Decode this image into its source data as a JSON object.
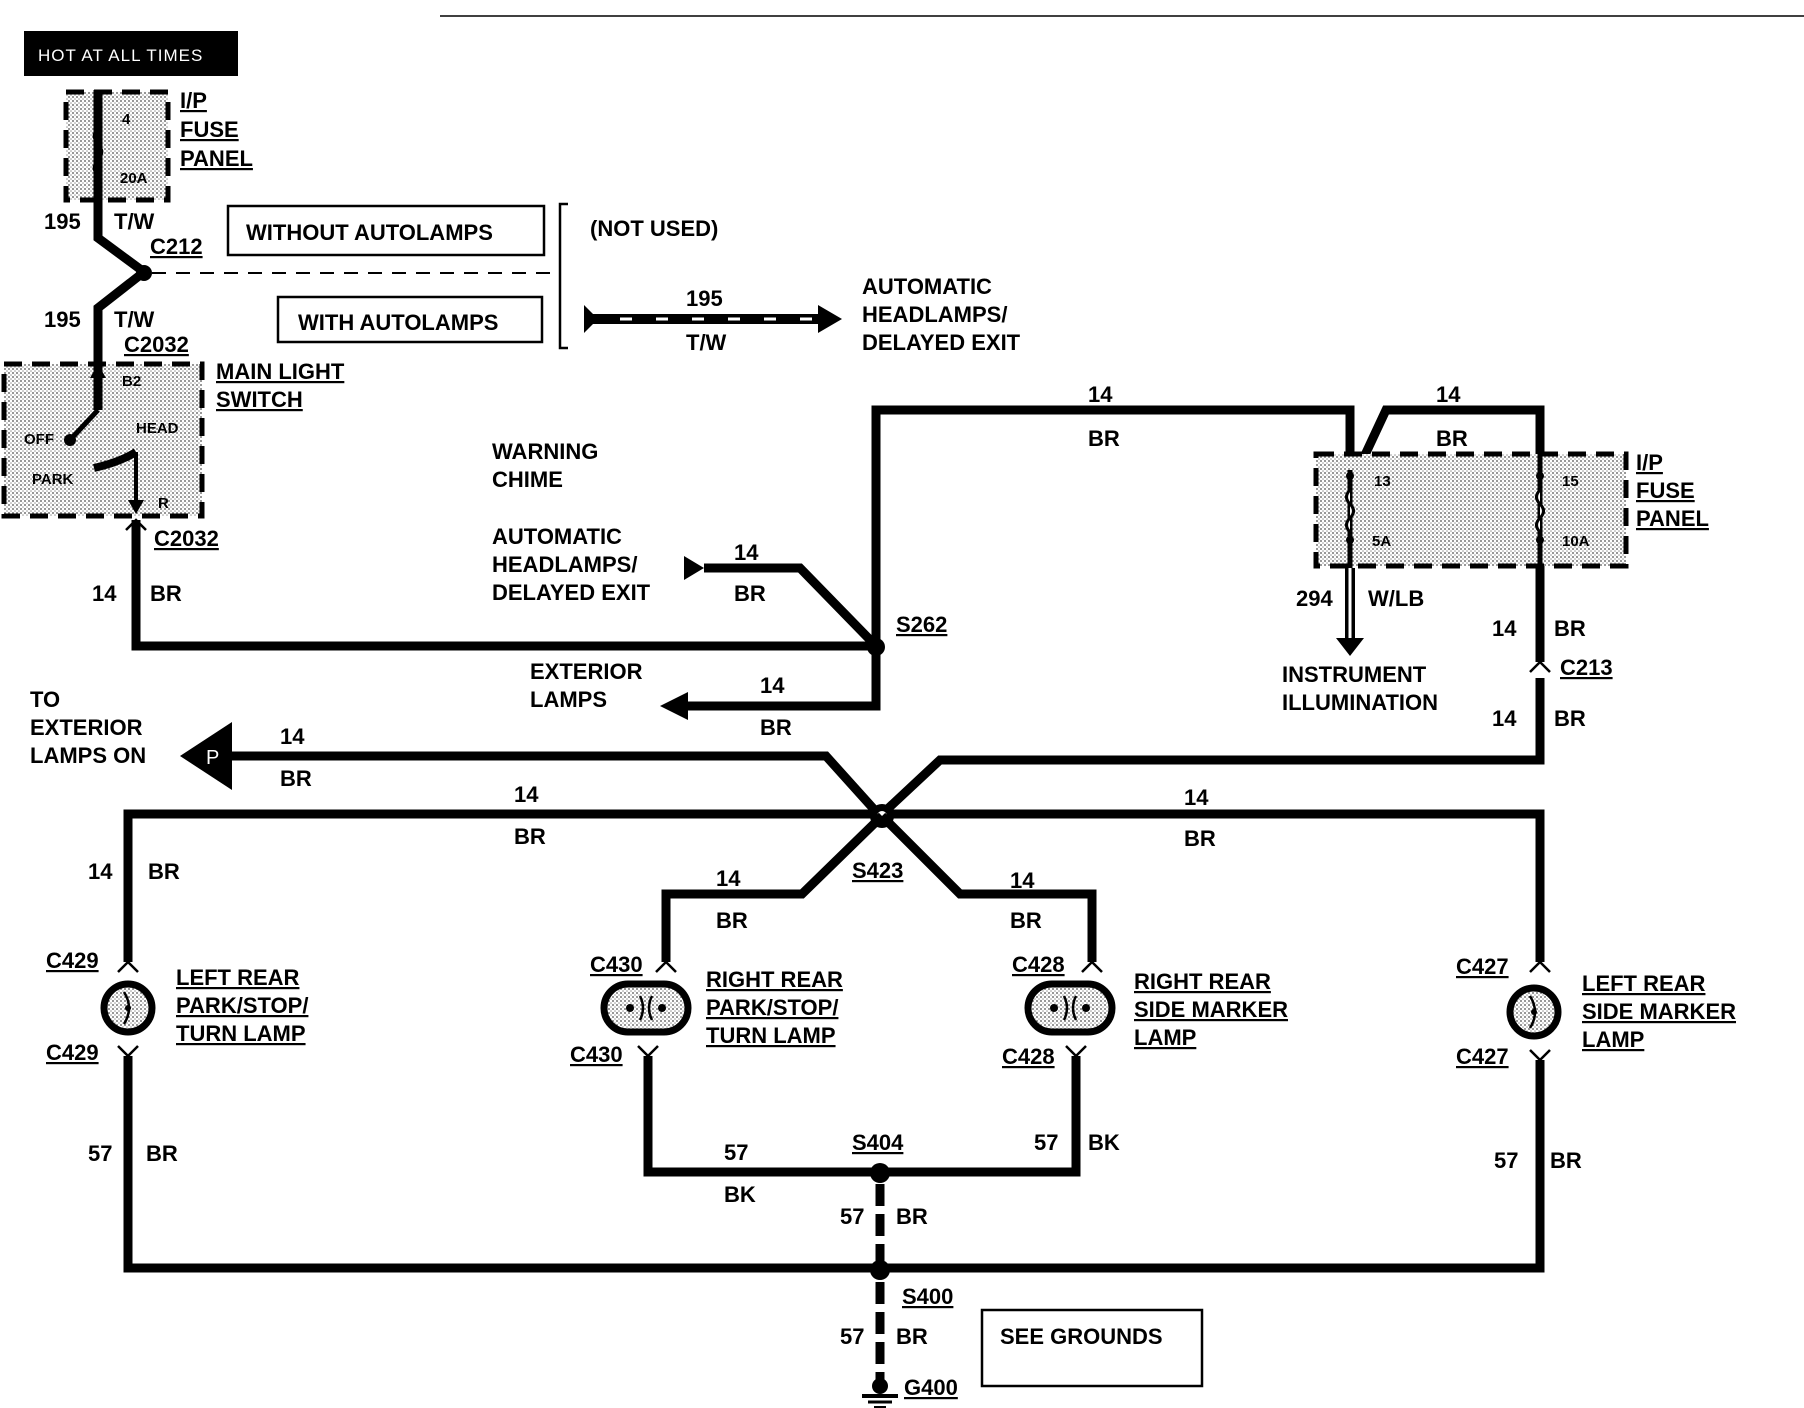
{
  "banner": "HOT AT ALL TIMES",
  "fuse_panel_top": {
    "line1": "I/P",
    "line2": "FUSE",
    "line3": "PANEL",
    "fuse_no": "4",
    "rating": "20A"
  },
  "wire_195_top": {
    "circuit": "195",
    "color": "T/W",
    "connector": "C212"
  },
  "wire_195_bottom": {
    "circuit": "195",
    "color": "T/W",
    "connector": "C2032"
  },
  "without_autolamps": "WITHOUT AUTOLAMPS",
  "with_autolamps": "WITH AUTOLAMPS",
  "not_used": "(NOT USED)",
  "auto_wire": {
    "circuit": "195",
    "color": "T/W"
  },
  "auto_dest": {
    "line1": "AUTOMATIC",
    "line2": "HEADLAMPS/",
    "line3": "DELAYED EXIT"
  },
  "main_switch": {
    "line1": "MAIN LIGHT",
    "line2": "SWITCH",
    "b2": "B2",
    "off": "OFF",
    "head": "HEAD",
    "park": "PARK",
    "r": "R",
    "connector": "C2032"
  },
  "wire_switch_out": {
    "circuit": "14",
    "color": "BR"
  },
  "warning_chime": {
    "line1": "WARNING",
    "line2": "CHIME"
  },
  "auto_src": {
    "line1": "AUTOMATIC",
    "line2": "HEADLAMPS/",
    "line3": "DELAYED EXIT",
    "circuit": "14",
    "color": "BR"
  },
  "splice_s262": "S262",
  "exterior_lamps": {
    "line1": "EXTERIOR",
    "line2": "LAMPS",
    "circuit": "14",
    "color": "BR"
  },
  "top_wire_1": {
    "circuit": "14",
    "color": "BR"
  },
  "top_wire_2": {
    "circuit": "14",
    "color": "BR"
  },
  "fuse_panel_right": {
    "line1": "I/P",
    "line2": "FUSE",
    "line3": "PANEL",
    "f13": "13",
    "f13_rating": "5A",
    "f15": "15",
    "f15_rating": "10A"
  },
  "wire_294": {
    "circuit": "294",
    "color": "W/LB"
  },
  "instrument": {
    "line1": "INSTRUMENT",
    "line2": "ILLUMINATION"
  },
  "c213": {
    "connector": "C213",
    "circuit_a": "14",
    "color_a": "BR",
    "circuit_b": "14",
    "color_b": "BR"
  },
  "to_ext_on": {
    "line1": "TO",
    "line2": "EXTERIOR",
    "line3": "LAMPS ON",
    "conn": "P",
    "circuit": "14",
    "color": "BR"
  },
  "wire_left_h": {
    "circuit": "14",
    "color": "BR"
  },
  "wire_right_h": {
    "circuit": "14",
    "color": "BR"
  },
  "splice_s423": "S423",
  "wire_left_v": {
    "circuit": "14",
    "color": "BR"
  },
  "wire_mid_l": {
    "circuit": "14",
    "color": "BR"
  },
  "wire_mid_r": {
    "circuit": "14",
    "color": "BR"
  },
  "lamp_lr_park": {
    "line1": "LEFT REAR",
    "line2": "PARK/STOP/",
    "line3": "TURN LAMP",
    "conn_top": "C429",
    "conn_bot": "C429"
  },
  "lamp_rr_park": {
    "line1": "RIGHT REAR",
    "line2": "PARK/STOP/",
    "line3": "TURN LAMP",
    "conn_top": "C430",
    "conn_bot": "C430"
  },
  "lamp_rr_side": {
    "line1": "RIGHT REAR",
    "line2": "SIDE MARKER",
    "line3": "LAMP",
    "conn_top": "C428",
    "conn_bot": "C428"
  },
  "lamp_lr_side": {
    "line1": "LEFT REAR",
    "line2": "SIDE MARKER",
    "line3": "LAMP",
    "conn_top": "C427",
    "conn_bot": "C427"
  },
  "ground_left": {
    "circuit": "57",
    "color": "BR"
  },
  "ground_right": {
    "circuit": "57",
    "color": "BR"
  },
  "ground_mid_l": {
    "circuit": "57",
    "color": "BK"
  },
  "ground_mid_r": {
    "circuit": "57",
    "color": "BK"
  },
  "splice_s404": "S404",
  "wire_s404_down": {
    "circuit": "57",
    "color": "BR"
  },
  "splice_s400": "S400",
  "wire_g400": {
    "circuit": "57",
    "color": "BR"
  },
  "ground_g400": "G400",
  "see_grounds": "SEE GROUNDS"
}
